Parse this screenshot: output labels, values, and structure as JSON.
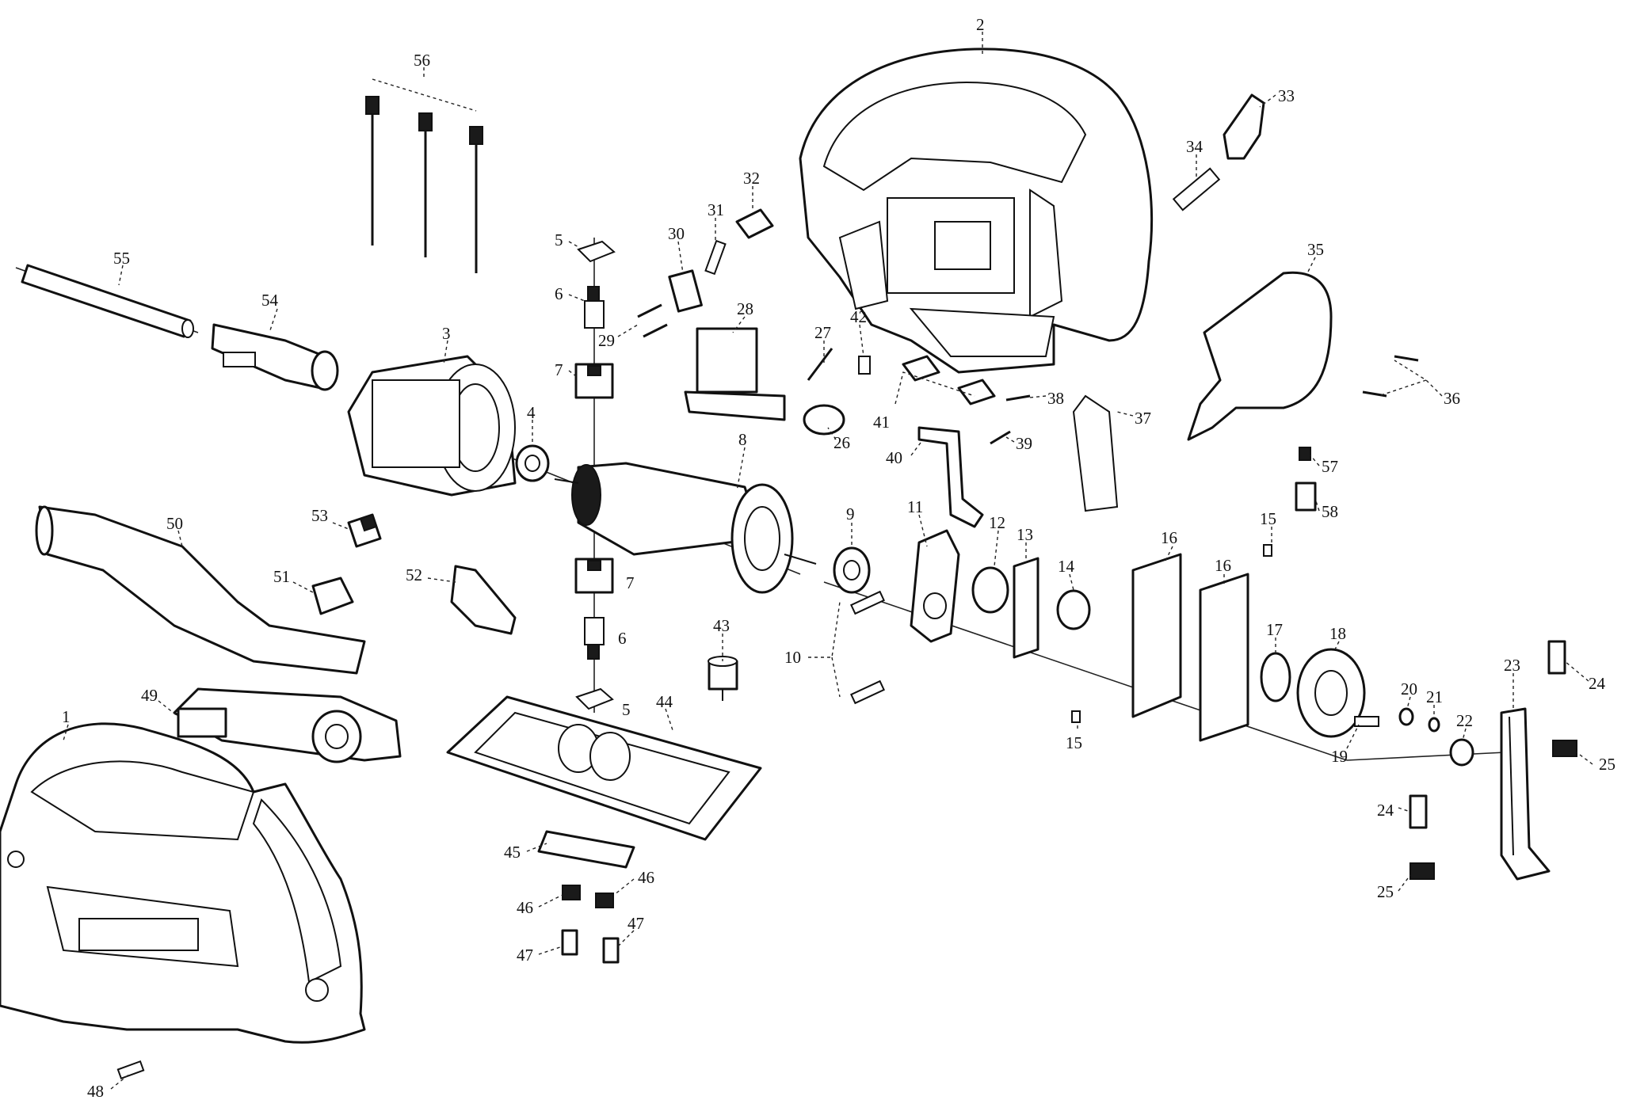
{
  "colors": {
    "ink": "#111111",
    "paper": "#ffffff"
  },
  "callouts": [
    {
      "id": "c1",
      "text": "1"
    },
    {
      "id": "c2",
      "text": "2"
    },
    {
      "id": "c3",
      "text": "3"
    },
    {
      "id": "c4",
      "text": "4"
    },
    {
      "id": "c5a",
      "text": "5"
    },
    {
      "id": "c5b",
      "text": "5"
    },
    {
      "id": "c6a",
      "text": "6"
    },
    {
      "id": "c6b",
      "text": "6"
    },
    {
      "id": "c7a",
      "text": "7"
    },
    {
      "id": "c7b",
      "text": "7"
    },
    {
      "id": "c8",
      "text": "8"
    },
    {
      "id": "c9",
      "text": "9"
    },
    {
      "id": "c10",
      "text": "10"
    },
    {
      "id": "c11",
      "text": "11"
    },
    {
      "id": "c12",
      "text": "12"
    },
    {
      "id": "c13",
      "text": "13"
    },
    {
      "id": "c14",
      "text": "14"
    },
    {
      "id": "c15a",
      "text": "15"
    },
    {
      "id": "c15b",
      "text": "15"
    },
    {
      "id": "c16a",
      "text": "16"
    },
    {
      "id": "c16b",
      "text": "16"
    },
    {
      "id": "c17",
      "text": "17"
    },
    {
      "id": "c18",
      "text": "18"
    },
    {
      "id": "c19",
      "text": "19"
    },
    {
      "id": "c20",
      "text": "20"
    },
    {
      "id": "c21",
      "text": "21"
    },
    {
      "id": "c22",
      "text": "22"
    },
    {
      "id": "c23",
      "text": "23"
    },
    {
      "id": "c24a",
      "text": "24"
    },
    {
      "id": "c24b",
      "text": "24"
    },
    {
      "id": "c25a",
      "text": "25"
    },
    {
      "id": "c25b",
      "text": "25"
    },
    {
      "id": "c26",
      "text": "26"
    },
    {
      "id": "c27",
      "text": "27"
    },
    {
      "id": "c28",
      "text": "28"
    },
    {
      "id": "c29",
      "text": "29"
    },
    {
      "id": "c30",
      "text": "30"
    },
    {
      "id": "c31",
      "text": "31"
    },
    {
      "id": "c32",
      "text": "32"
    },
    {
      "id": "c33",
      "text": "33"
    },
    {
      "id": "c34",
      "text": "34"
    },
    {
      "id": "c35",
      "text": "35"
    },
    {
      "id": "c36",
      "text": "36"
    },
    {
      "id": "c37",
      "text": "37"
    },
    {
      "id": "c38",
      "text": "38"
    },
    {
      "id": "c39",
      "text": "39"
    },
    {
      "id": "c40",
      "text": "40"
    },
    {
      "id": "c41",
      "text": "41"
    },
    {
      "id": "c42",
      "text": "42"
    },
    {
      "id": "c43",
      "text": "43"
    },
    {
      "id": "c44",
      "text": "44"
    },
    {
      "id": "c45",
      "text": "45"
    },
    {
      "id": "c46a",
      "text": "46"
    },
    {
      "id": "c46b",
      "text": "46"
    },
    {
      "id": "c47a",
      "text": "47"
    },
    {
      "id": "c47b",
      "text": "47"
    },
    {
      "id": "c48",
      "text": "48"
    },
    {
      "id": "c49",
      "text": "49"
    },
    {
      "id": "c50",
      "text": "50"
    },
    {
      "id": "c51",
      "text": "51"
    },
    {
      "id": "c52",
      "text": "52"
    },
    {
      "id": "c53",
      "text": "53"
    },
    {
      "id": "c54",
      "text": "54"
    },
    {
      "id": "c55",
      "text": "55"
    },
    {
      "id": "c56",
      "text": "56"
    },
    {
      "id": "c57",
      "text": "57"
    },
    {
      "id": "c58",
      "text": "58"
    }
  ]
}
